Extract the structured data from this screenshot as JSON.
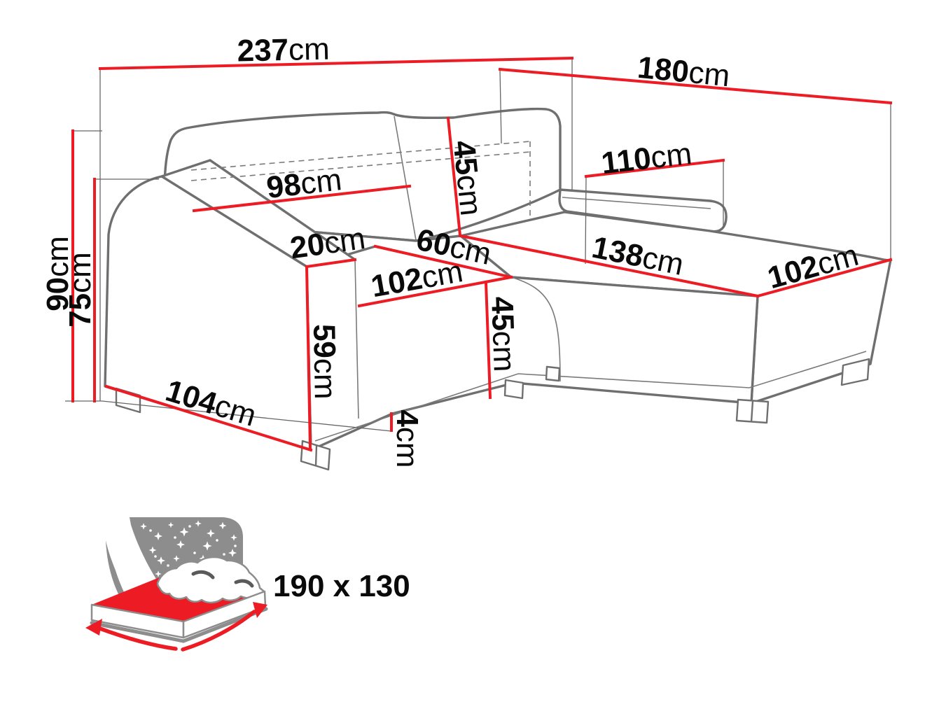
{
  "diagram": {
    "dimensions": {
      "width_total": {
        "value": "237",
        "unit": "cm"
      },
      "depth_total": {
        "value": "180",
        "unit": "cm"
      },
      "chaise_back_width": {
        "value": "110",
        "unit": "cm"
      },
      "backrest_cushion_width": {
        "value": "98",
        "unit": "cm"
      },
      "backrest_cushion_height": {
        "value": "45",
        "unit": "cm"
      },
      "height_total": {
        "value": "90",
        "unit": "cm"
      },
      "armrest_height": {
        "value": "75",
        "unit": "cm"
      },
      "armrest_width": {
        "value": "20",
        "unit": "cm"
      },
      "corner_seat_width": {
        "value": "60",
        "unit": "cm"
      },
      "seat_width": {
        "value": "102",
        "unit": "cm"
      },
      "chaise_seat_length": {
        "value": "138",
        "unit": "cm"
      },
      "chaise_width": {
        "value": "102",
        "unit": "cm"
      },
      "front_height": {
        "value": "59",
        "unit": "cm"
      },
      "seat_height": {
        "value": "45",
        "unit": "cm"
      },
      "side_depth": {
        "value": "104",
        "unit": "cm"
      },
      "leg_height": {
        "value": "4",
        "unit": "cm"
      }
    },
    "sleeping_area": {
      "label": "190 x 130"
    }
  },
  "colors": {
    "dimension_line": "#ed1c24",
    "outline": "#6f6f6f",
    "thin_line": "#7a7a7a",
    "extension_line": "#666666",
    "label_text": "#0a0a0a",
    "icon_gray": "#8d8d8d",
    "icon_red": "#ed1c24",
    "icon_text": "#8a8a8a",
    "background": "#ffffff"
  }
}
